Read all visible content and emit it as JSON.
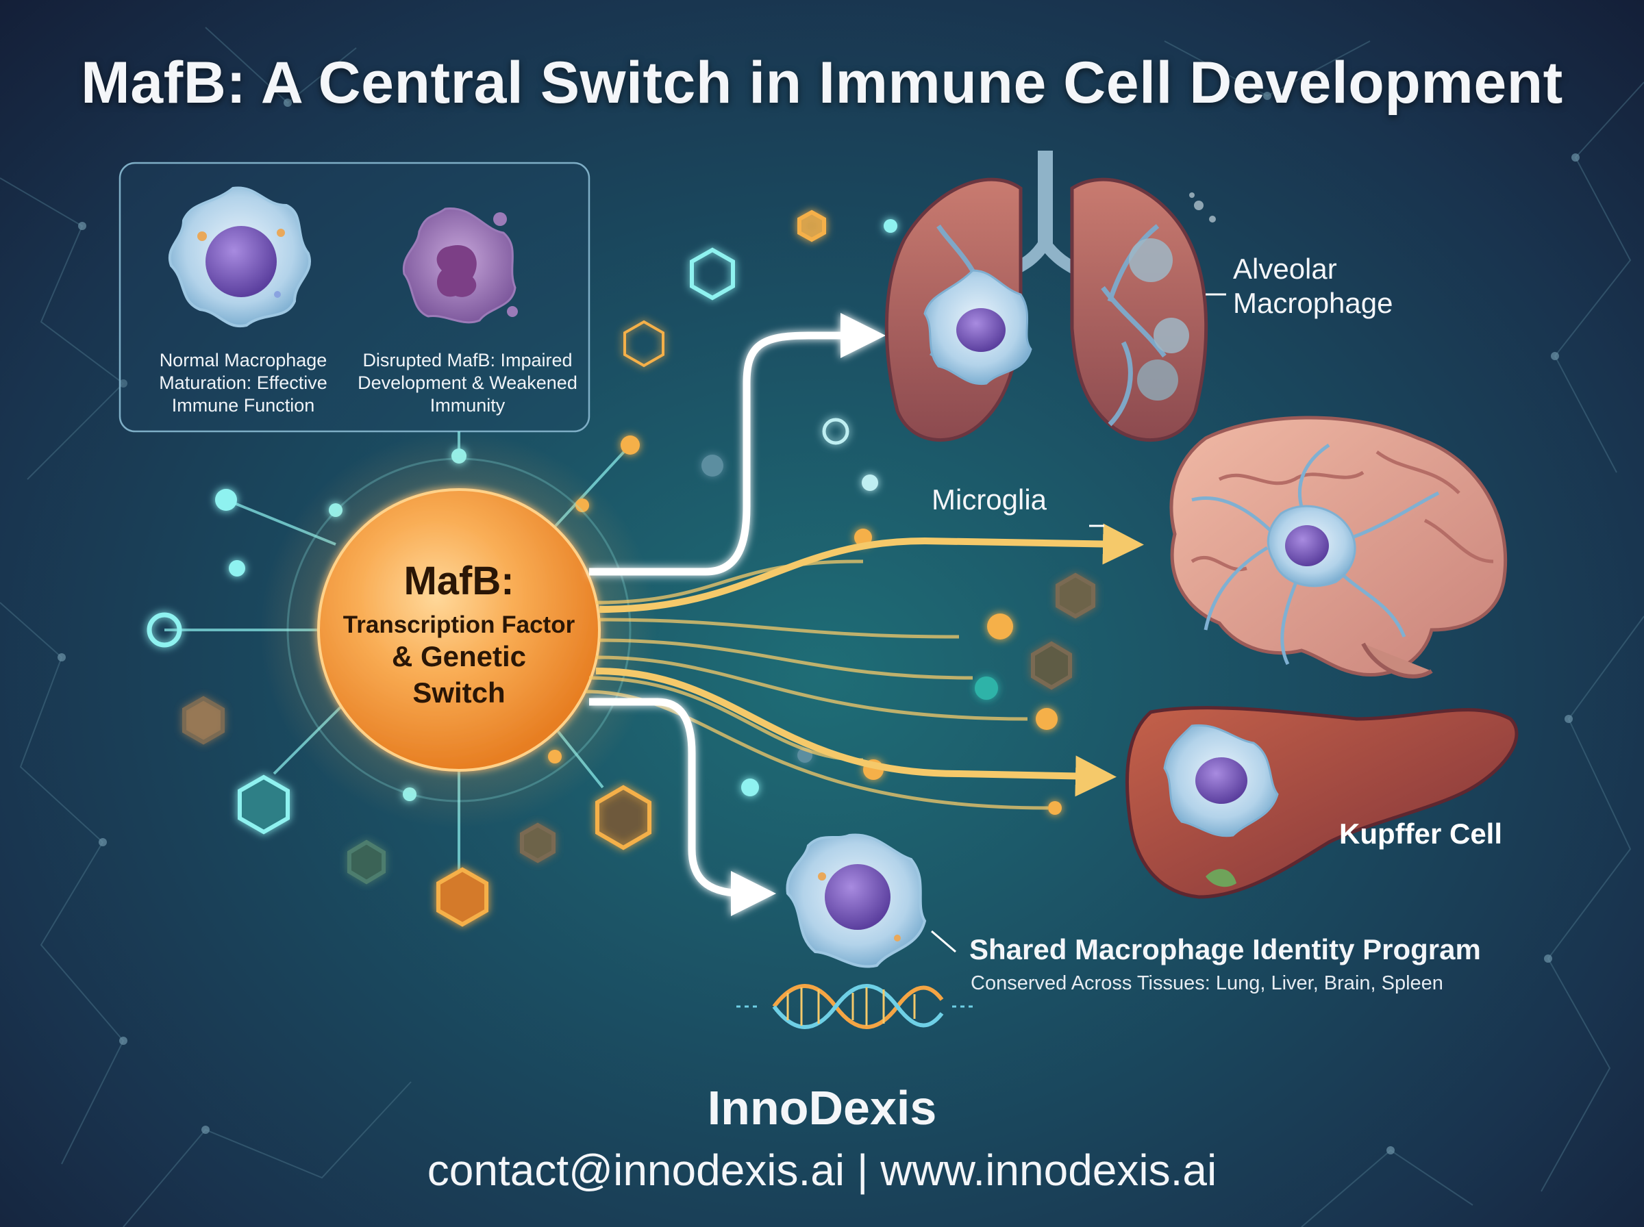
{
  "title": "MafB: A Central Switch in Immune Cell Development",
  "inset": {
    "left_caption": "Normal Macrophage Maturation: Effective Immune Function",
    "right_caption": "Disrupted MafB: Impaired Development & Weakened Immunity"
  },
  "hub": {
    "title": "MafB:",
    "subtitle_line1": "Transcription Factor",
    "subtitle_line2": "& Genetic",
    "subtitle_line3": "Switch"
  },
  "targets": {
    "alveolar": "Alveolar Macrophage",
    "microglia": "Microglia",
    "kupffer": "Kupffer Cell"
  },
  "shared_program": {
    "title": "Shared Macrophage Identity Program",
    "subtitle": "Conserved Across Tissues: Lung, Liver, Brain, Spleen"
  },
  "brand": {
    "name": "InnoDexis",
    "contact": "contact@innodexis.ai | www.innodexis.ai"
  },
  "colors": {
    "hub": "#f7a13e",
    "arrow_white": "#ffffff",
    "arrow_gold": "#f5c96a",
    "node_cyan": "#8ff2f0",
    "node_orange": "#f5b04a"
  },
  "icons": [
    "macrophage-cell-icon",
    "lung-icon",
    "brain-icon",
    "liver-icon",
    "dna-helix-icon"
  ]
}
